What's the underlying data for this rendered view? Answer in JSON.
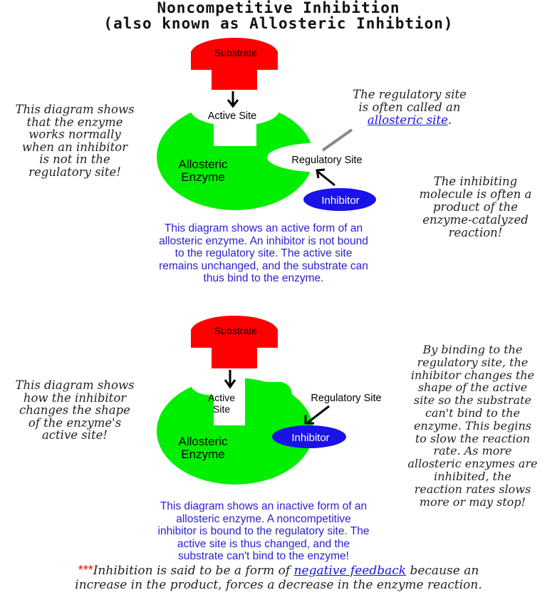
{
  "title": {
    "line1": "Noncompetitive Inhibition",
    "line2": "(also known as Allosteric Inhibtion)"
  },
  "diagram_top": {
    "substrate_label": "Substrate",
    "active_site_label": "Active Site",
    "enzyme_label_line1": "Allosteric",
    "enzyme_label_line2": "Enzyme",
    "regulatory_site_label": "Regulatory Site",
    "inhibitor_label": "Inhibitor",
    "note_left": [
      "This diagram shows",
      "that the enzyme",
      "works normally",
      "when an inhibitor",
      "is not in the",
      "regulatory site!"
    ],
    "note_right_top_pre": [
      "The  regulatory site",
      "is often called an"
    ],
    "note_right_top_link": "allosteric site",
    "note_right_top_post": ".",
    "note_right_bottom": [
      "The inhibiting",
      "molecule is often a",
      "product of the",
      "enzyme-catalyzed",
      "reaction!"
    ],
    "caption": [
      "This diagram shows an active form of an",
      "allosteric enzyme. An inhibitor is not bound",
      "to the regulatory site. The active site",
      "remains unchanged, and the substrate can",
      "thus bind to the enzyme."
    ]
  },
  "diagram_bottom": {
    "substrate_label": "Substrate",
    "active_site_label_line1": "Active",
    "active_site_label_line2": "Site",
    "enzyme_label_line1": "Allosteric",
    "enzyme_label_line2": "Enzyme",
    "regulatory_site_label": "Regulatory Site",
    "inhibitor_label": "Inhibitor",
    "note_left": [
      "This diagram shows",
      "how the inhibitor",
      "changes the shape",
      "of the enzyme's",
      "active site!"
    ],
    "note_right": [
      "By binding to the",
      "regulatory site, the",
      "inhibitor changes the",
      "shape of the active",
      "site so the substrate",
      "can't bind to the",
      "enzyme. This begins",
      "to slow the reaction",
      "rate. As more",
      "allosteric enzymes are",
      "inhibited, the",
      "reaction rates slows",
      "more or may stop!"
    ],
    "caption": [
      "This diagram shows an inactive form of an",
      "allosteric enzyme. A noncompetitive",
      "inhibitor is bound to the regulatory site. The",
      "active site is thus changed, and the",
      "substrate can't bind to the enzyme!"
    ]
  },
  "footer": {
    "stars": "***",
    "text_pre": "Inhibition is said to be a form of ",
    "link": "negative feedback",
    "text_post": " because an",
    "line2": "increase in the product, forces a decrease in the enzyme reaction."
  },
  "colors": {
    "substrate": "#ff0000",
    "enzyme": "#00ee00",
    "inhibitor": "#1a12e6",
    "caption": "#2a1fd0",
    "link": "#1a12e6",
    "stars": "#ff0000"
  }
}
